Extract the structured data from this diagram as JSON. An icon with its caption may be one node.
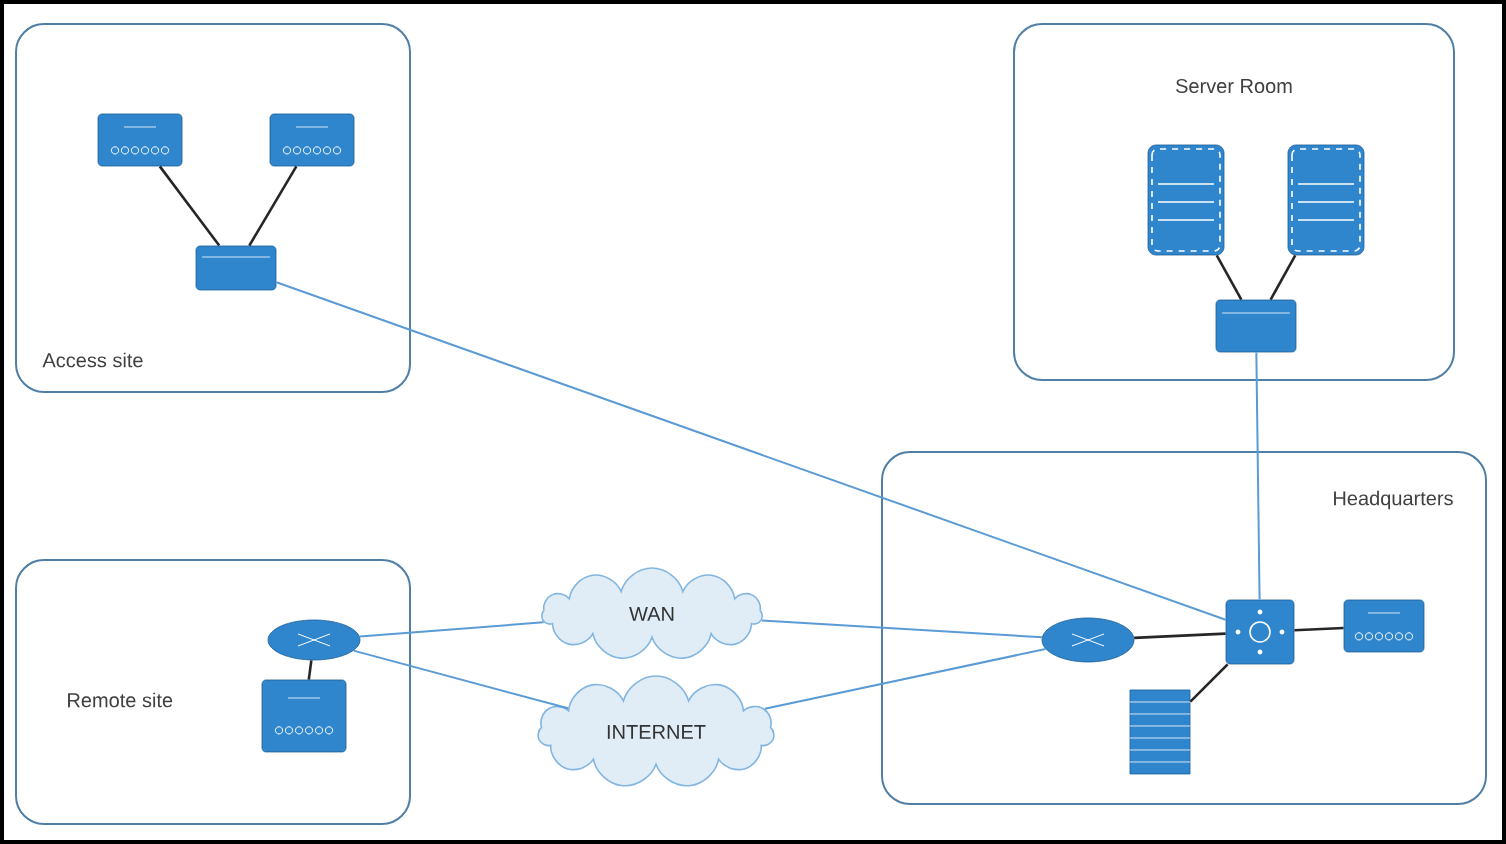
{
  "diagram": {
    "nodes": [
      {
        "text": [
          "Access site"
        ]
      },
      {
        "text": [],
        "shape": "switch",
        "in": 0
      },
      {
        "text": [],
        "shape": "switch",
        "in": 0
      },
      {
        "text": [],
        "shape": "switch",
        "in": 0
      },
      {
        "text": [
          "Server Room"
        ]
      },
      {
        "text": [],
        "shape": "server",
        "in": 4
      },
      {
        "text": [],
        "shape": "server",
        "in": 4
      },
      {
        "text": [],
        "shape": "switch",
        "in": 4
      },
      {
        "text": [
          "Headquarters"
        ]
      },
      {
        "text": [],
        "shape": "router",
        "in": 8
      },
      {
        "text": [],
        "shape": "switch",
        "in": 8
      },
      {
        "text": [],
        "shape": "switch",
        "in": 8
      },
      {
        "text": [],
        "shape": "firewall",
        "in": 8
      },
      {
        "text": [
          "Remote site"
        ]
      },
      {
        "text": [],
        "shape": "router",
        "in": 13
      },
      {
        "text": [],
        "shape": "switch",
        "in": 13
      },
      {
        "text": [
          "WAN"
        ]
      },
      {
        "text": [
          "INTERNET"
        ]
      }
    ],
    "edges": [
      {
        "from": 1,
        "to": 3,
        "arrow": "none"
      },
      {
        "from": 2,
        "to": 3,
        "arrow": "none"
      },
      {
        "from": 3,
        "to": 10,
        "arrow": "none",
        "color": "#5b9bd5"
      },
      {
        "from": 5,
        "to": 7,
        "arrow": "none"
      },
      {
        "from": 6,
        "to": 7,
        "arrow": "none"
      },
      {
        "from": 7,
        "to": 10,
        "arrow": "none",
        "color": "#5b9bd5"
      },
      {
        "from": 14,
        "to": 15,
        "arrow": "none"
      },
      {
        "from": 14,
        "to": 16,
        "arrow": "none",
        "color": "#5b9bd5"
      },
      {
        "from": 14,
        "to": 17,
        "arrow": "none",
        "color": "#5b9bd5"
      },
      {
        "from": 16,
        "to": 9,
        "arrow": "none",
        "color": "#5b9bd5"
      },
      {
        "from": 17,
        "to": 9,
        "arrow": "none",
        "color": "#5b9bd5"
      },
      {
        "from": 9,
        "to": 10,
        "arrow": "none"
      },
      {
        "from": 10,
        "to": 11,
        "arrow": "none"
      },
      {
        "from": 10,
        "to": 12,
        "arrow": "none"
      }
    ]
  }
}
